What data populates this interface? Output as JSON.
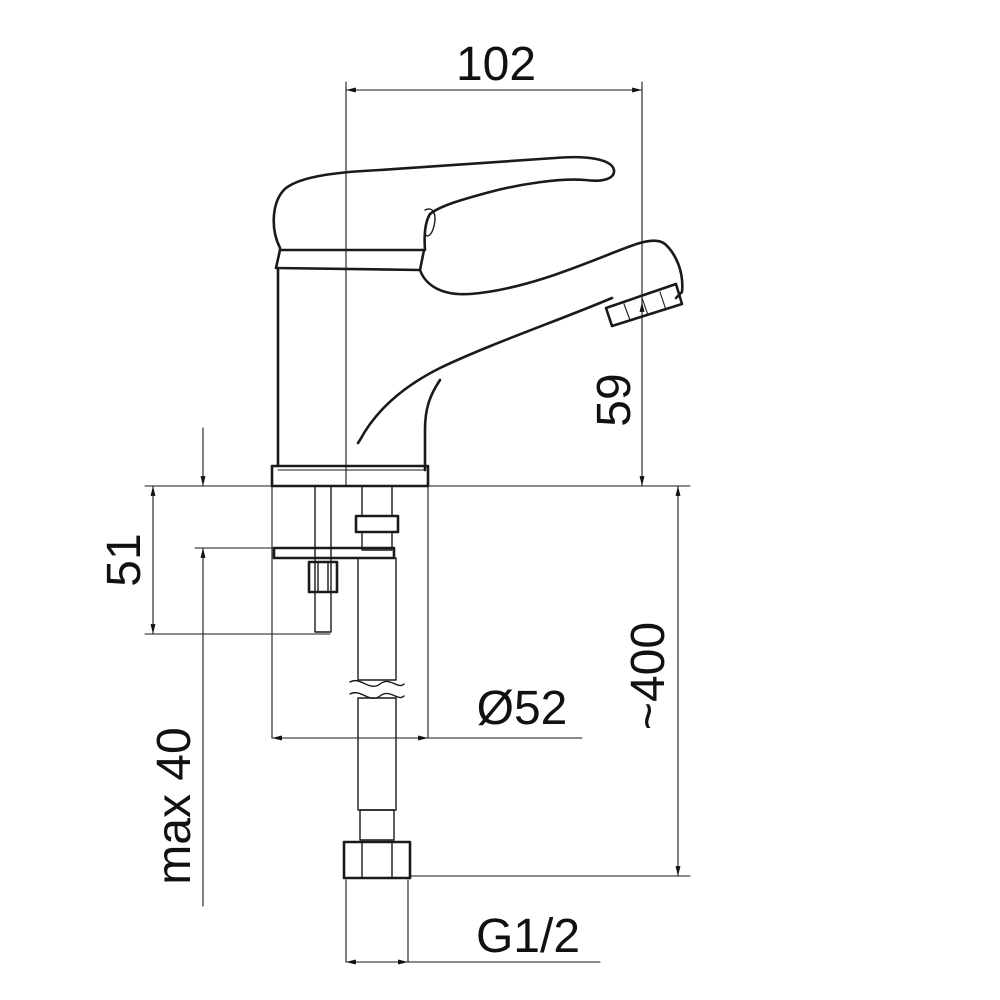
{
  "dimensions": {
    "width_label": "102",
    "height_spout_label": "59",
    "shank_label": "51",
    "max_thickness_label": "max 40",
    "hose_length_label": "~400",
    "base_diameter_label": "Ø52",
    "thread_label": "G1/2"
  }
}
